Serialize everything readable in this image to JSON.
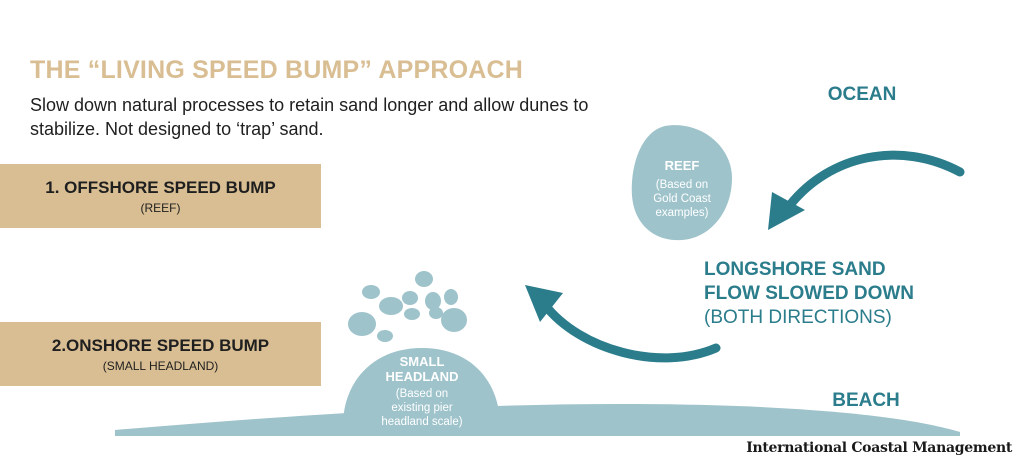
{
  "title": "THE “LIVING SPEED BUMP” APPROACH",
  "subtitle": "Slow down natural processes to retain sand longer and allow dunes to stabilize. Not designed to ‘trap’ sand.",
  "boxes": [
    {
      "main": "1. OFFSHORE SPEED BUMP",
      "sub": "(REEF)"
    },
    {
      "main": "2.ONSHORE SPEED BUMP",
      "sub": "(SMALL HEADLAND)"
    }
  ],
  "labels": {
    "ocean": "OCEAN",
    "beach": "BEACH",
    "reef": {
      "title": "REEF",
      "line1": "(Based on",
      "line2": "Gold Coast",
      "line3": "examples)"
    },
    "headland": {
      "line1": "SMALL",
      "line2": "HEADLAND",
      "line3": "(Based on",
      "line4": "existing pier",
      "line5": "headland scale)"
    },
    "flow": {
      "line1": "LONGSHORE SAND",
      "line2": "FLOW SLOWED DOWN",
      "line3": "(BOTH DIRECTIONS)"
    }
  },
  "credit": "International Coastal Management",
  "colors": {
    "tan": "#d9be93",
    "teal": "#2b7d8c",
    "light_blue": "#9ec3cb"
  }
}
